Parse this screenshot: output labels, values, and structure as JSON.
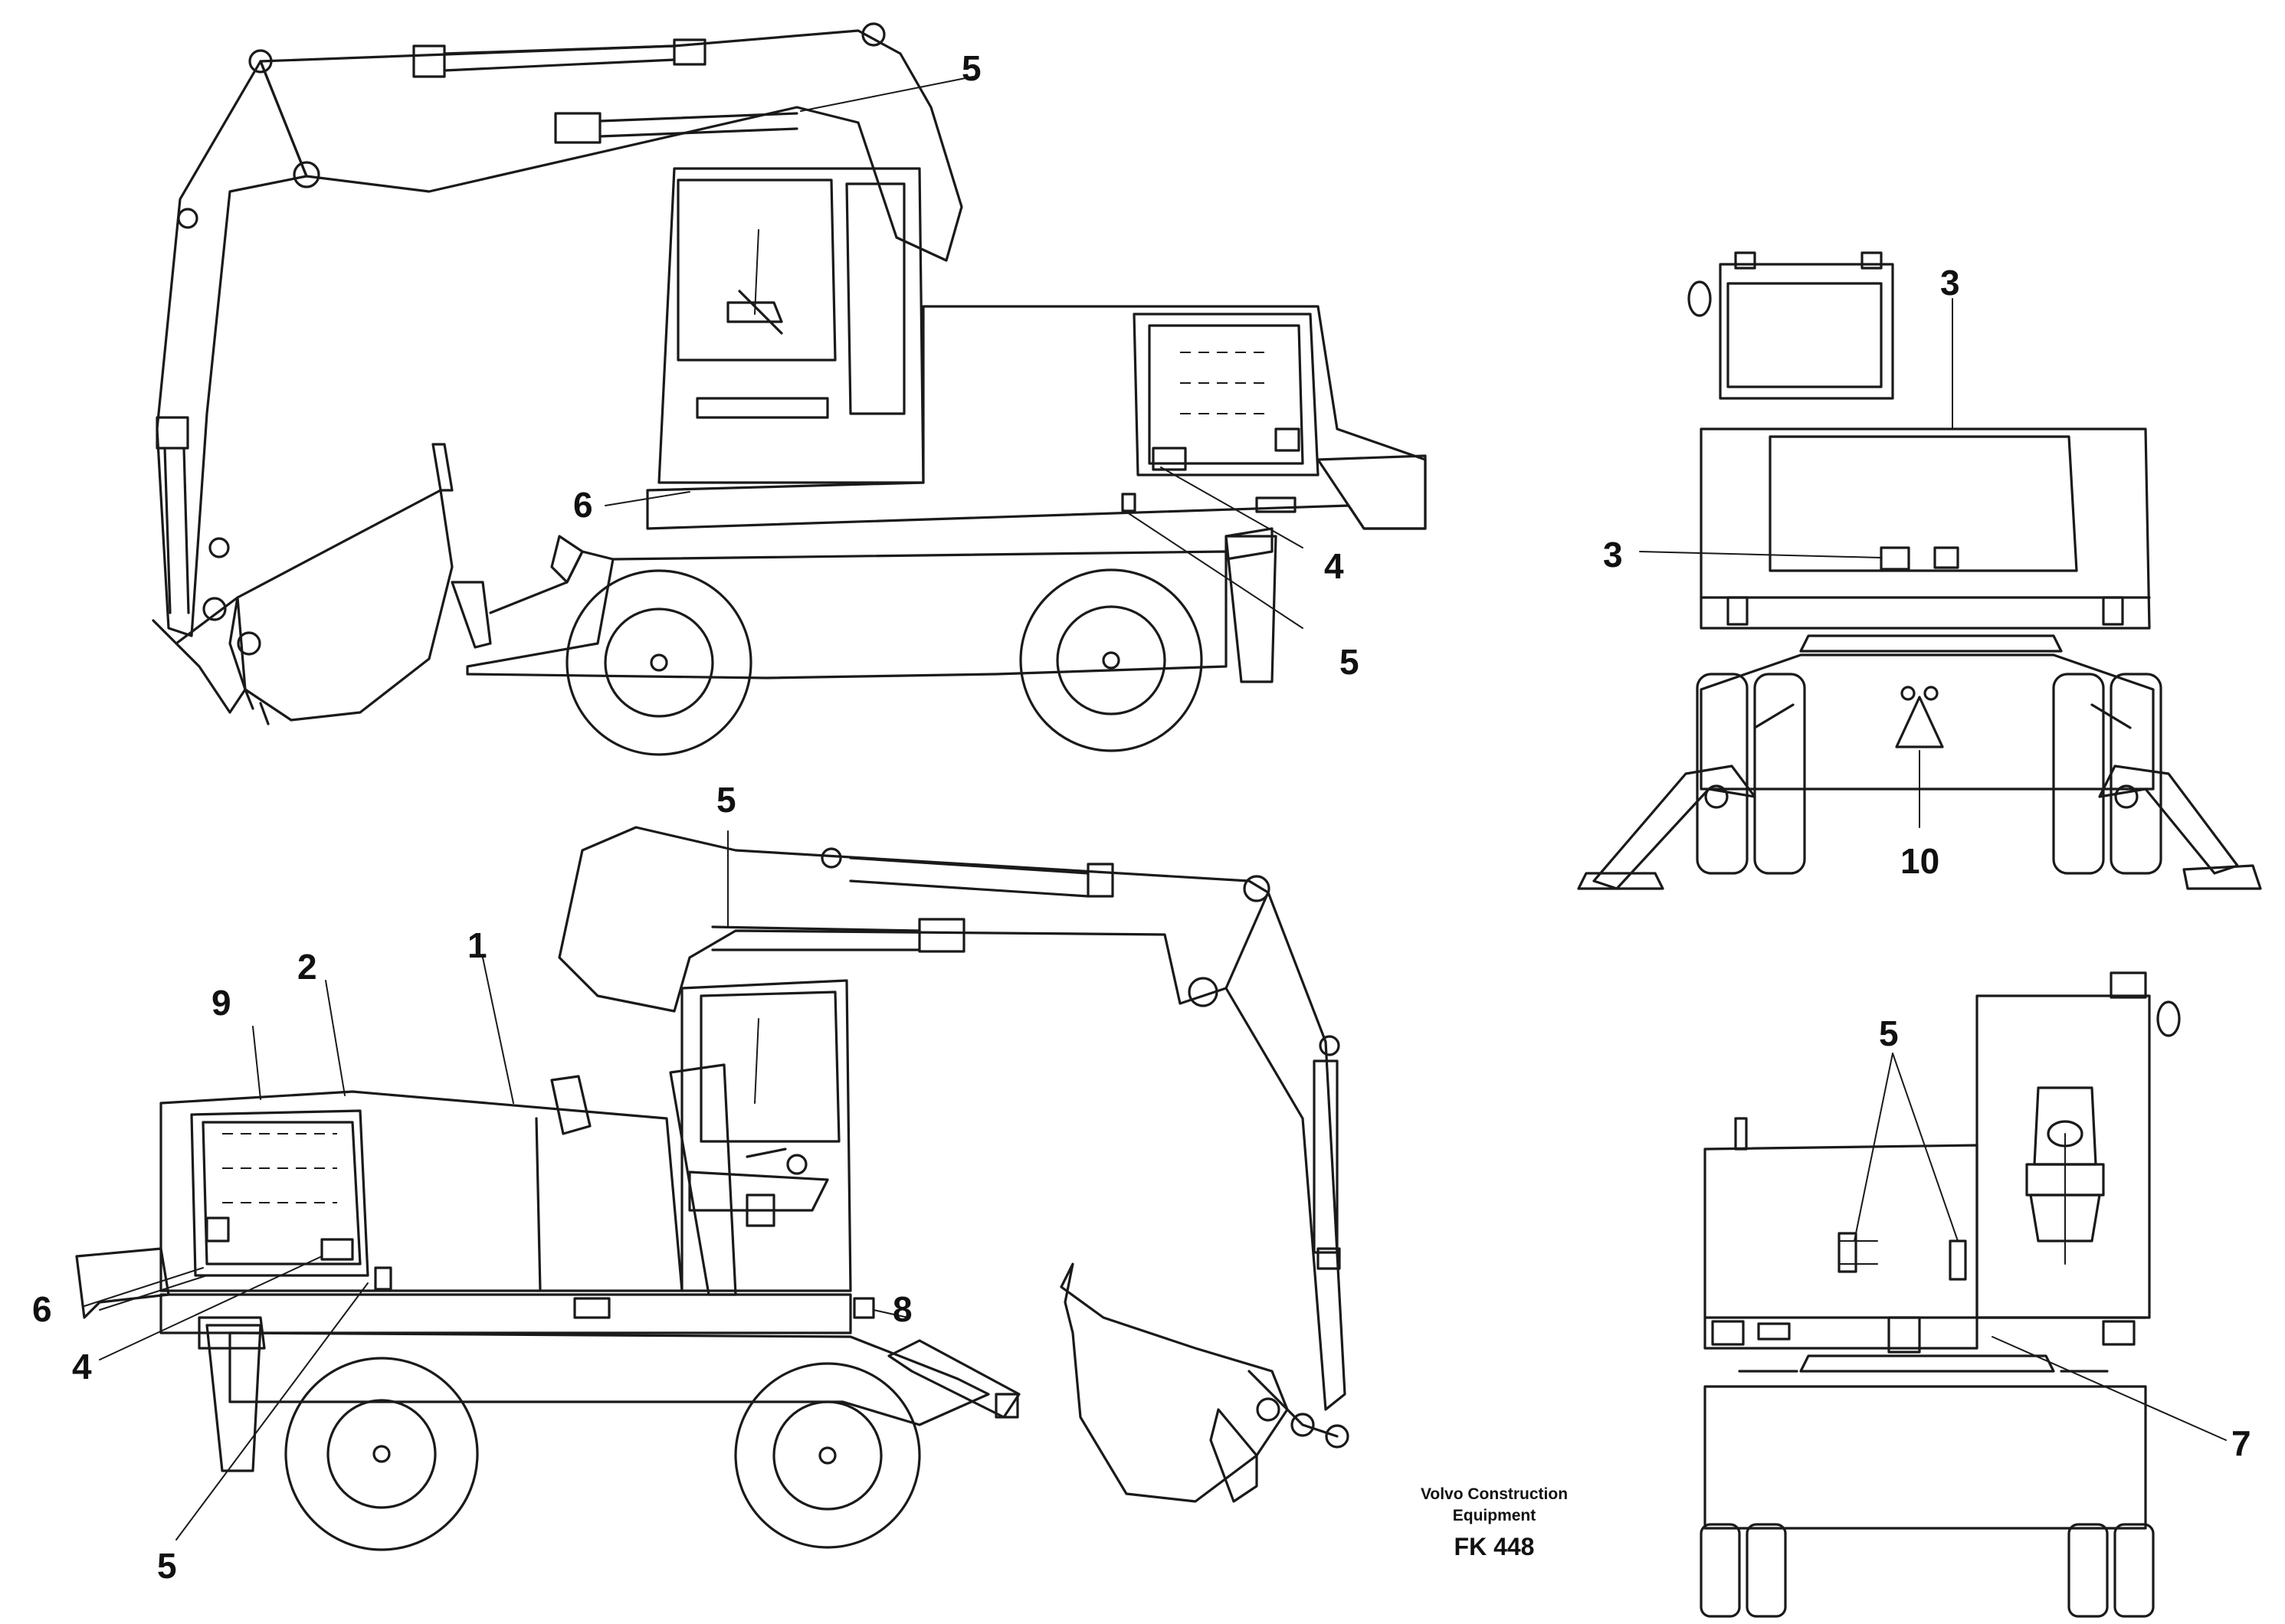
{
  "callouts": {
    "side_top": [
      "5",
      "6",
      "4",
      "5"
    ],
    "rear": [
      "3",
      "3",
      "10"
    ],
    "side_bottom": [
      "5",
      "9",
      "2",
      "1",
      "6",
      "4",
      "8",
      "5"
    ],
    "front": [
      "5",
      "7"
    ]
  },
  "caption": {
    "line1": "Volvo Construction",
    "line2": "Equipment",
    "code": "FK 448"
  }
}
